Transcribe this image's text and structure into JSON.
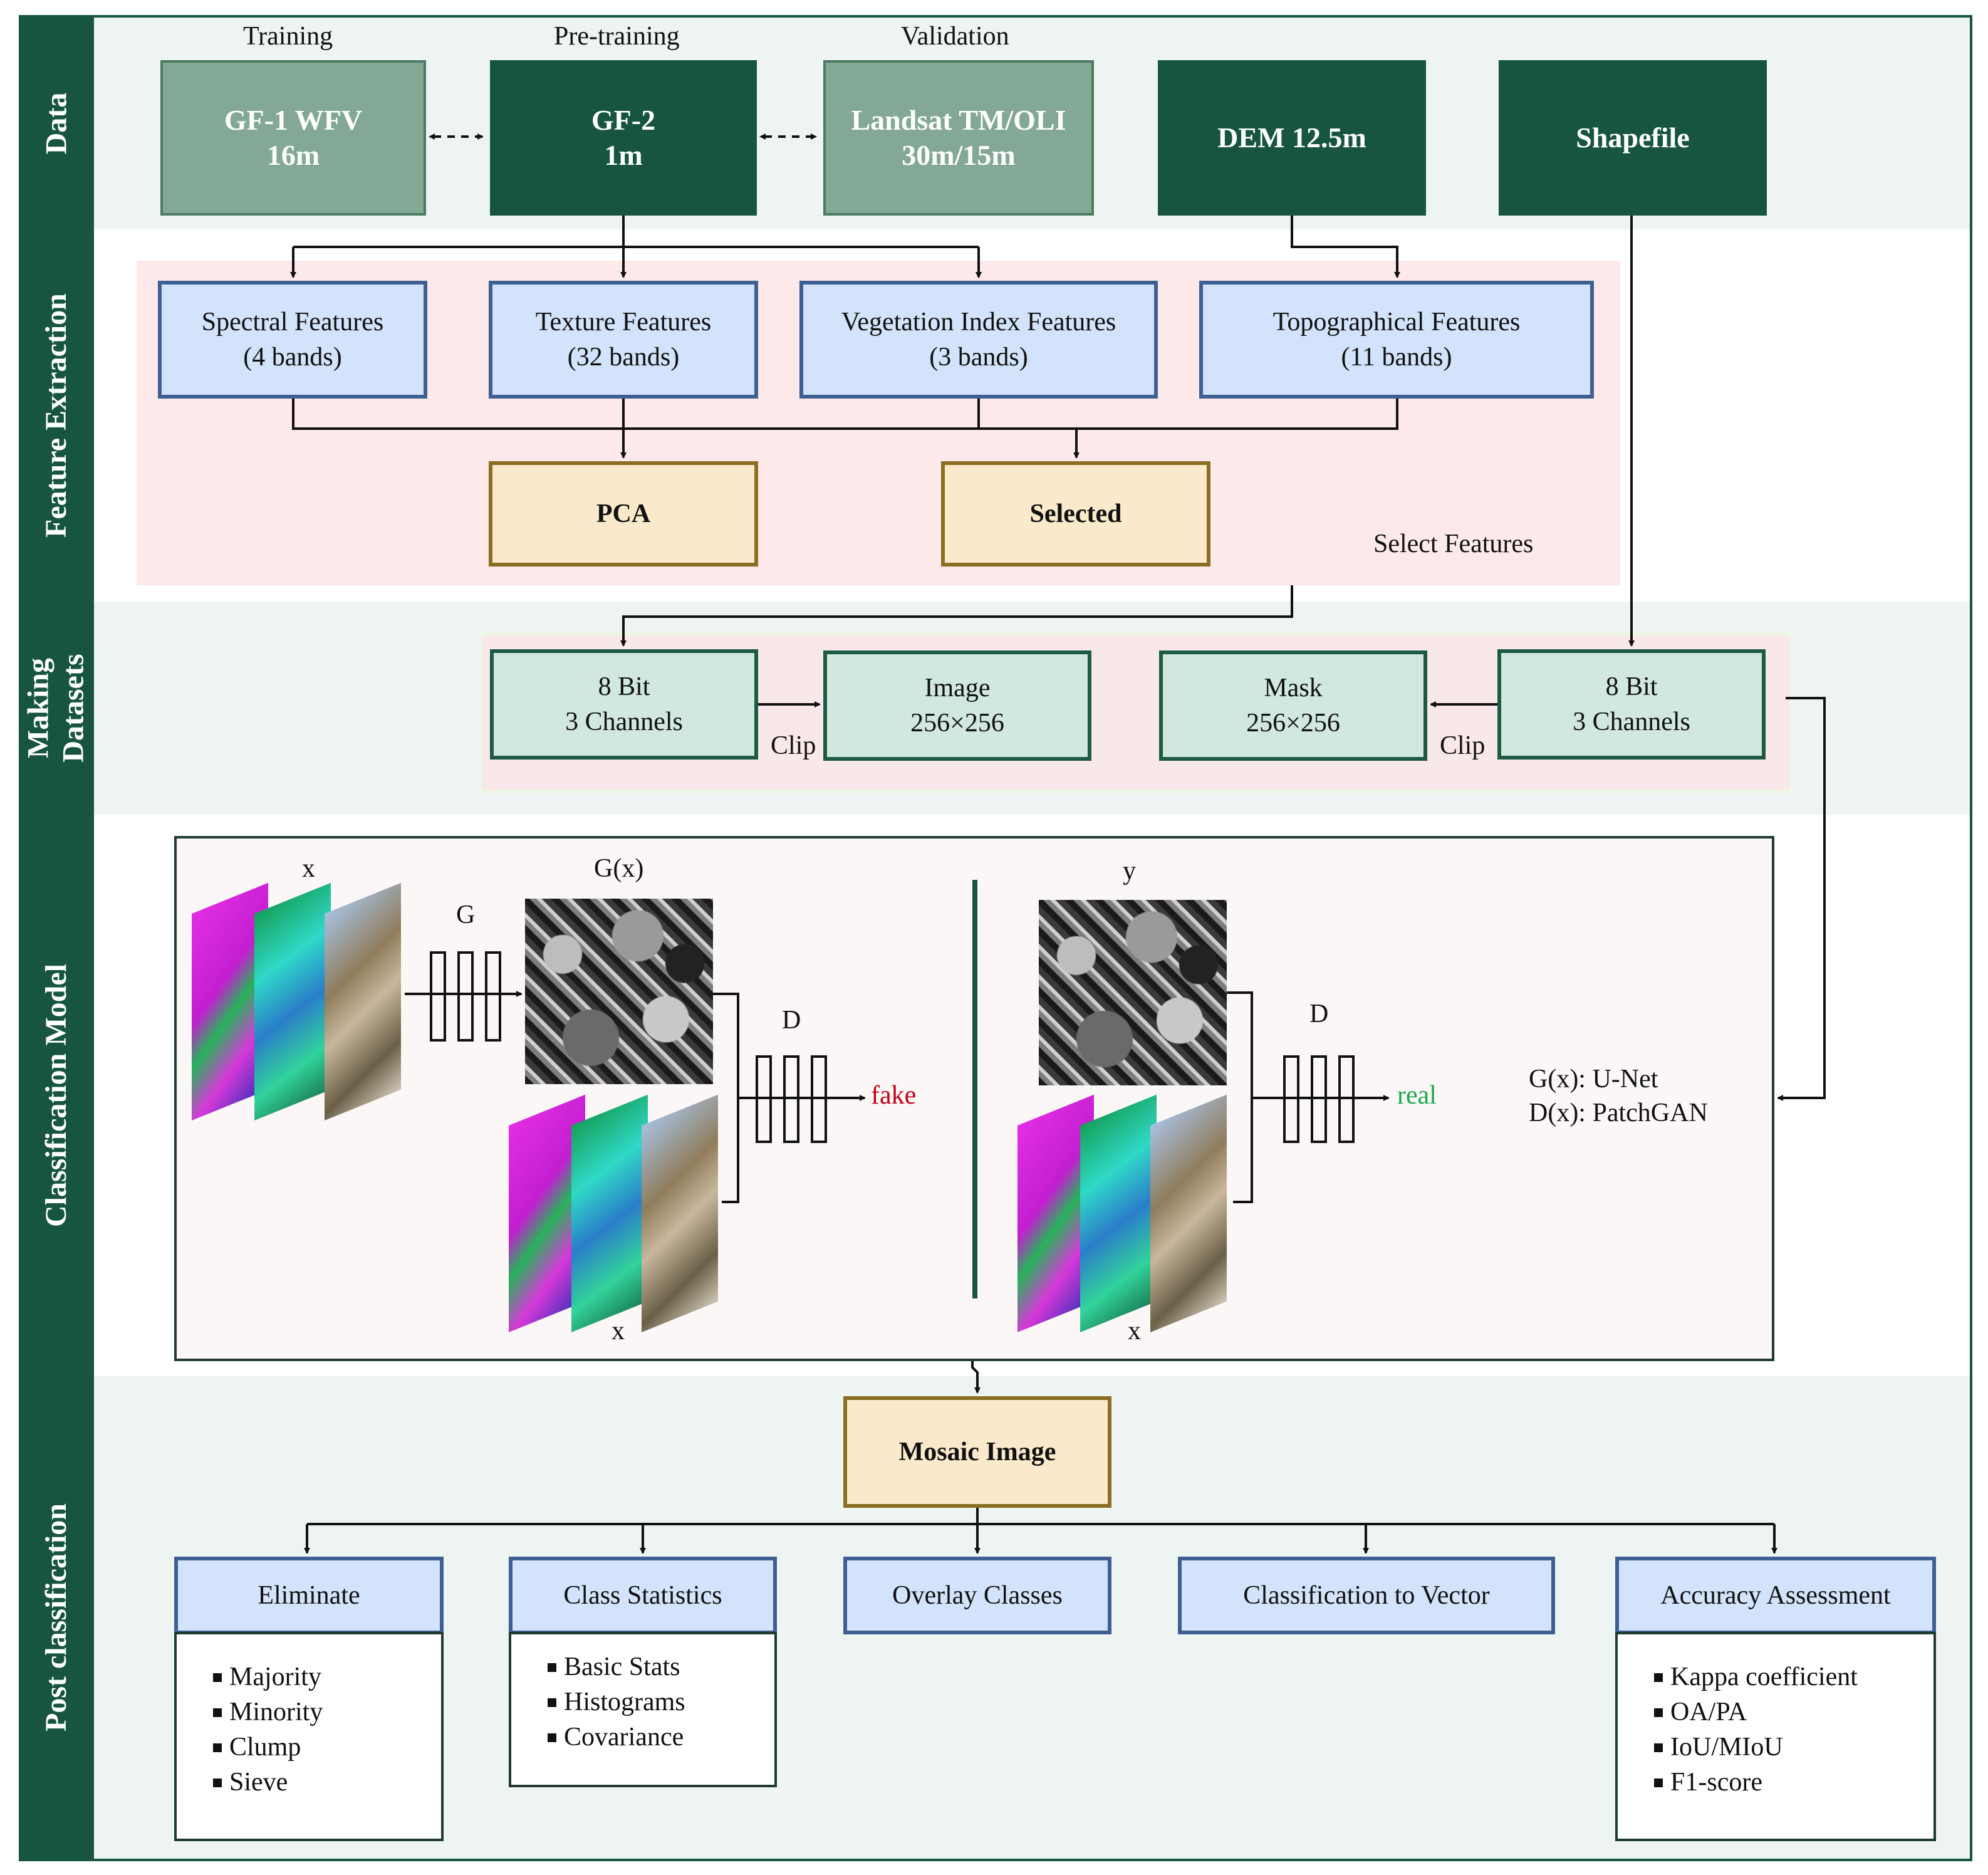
{
  "stages": {
    "data": "Data",
    "feature_extraction": "Feature Extraction",
    "making_datasets": "Making Datasets",
    "classification_model": "Classification Model",
    "post_classification": "Post classification"
  },
  "data_row": {
    "captions": {
      "training": "Training",
      "pretraining": "Pre-training",
      "validation": "Validation"
    },
    "gf1": {
      "line1": "GF-1 WFV",
      "line2": "16m"
    },
    "gf2": {
      "line1": "GF-2",
      "line2": "1m"
    },
    "landsat": {
      "line1": "Landsat TM/OLI",
      "line2": "30m/15m"
    },
    "dem": "DEM 12.5m",
    "shapefile": "Shapefile"
  },
  "features": {
    "spectral": {
      "line1": "Spectral Features",
      "line2": "(4 bands)"
    },
    "texture": {
      "line1": "Texture Features",
      "line2": "(32 bands)"
    },
    "vegetation": {
      "line1": "Vegetation Index Features",
      "line2": "(3 bands)"
    },
    "topographical": {
      "line1": "Topographical Features",
      "line2": "(11 bands)"
    },
    "pca": "PCA",
    "selected": "Selected",
    "select_features": "Select Features"
  },
  "datasets": {
    "left_8bit": {
      "line1": "8 Bit",
      "line2": "3 Channels"
    },
    "image": {
      "line1": "Image",
      "line2": "256×256"
    },
    "mask": {
      "line1": "Mask",
      "line2": "256×256"
    },
    "right_8bit": {
      "line1": "8 Bit",
      "line2": "3 Channels"
    },
    "clip": "Clip"
  },
  "model": {
    "x": "x",
    "y": "y",
    "g_label": "G",
    "gx_label": "G(x)",
    "d_label": "D",
    "fake": "fake",
    "real": "real",
    "gx_desc": "G(x): U-Net",
    "dx_desc": "D(x): PatchGAN"
  },
  "post": {
    "mosaic": "Mosaic Image",
    "eliminate": {
      "title": "Eliminate",
      "items": [
        "Majority",
        "Minority",
        "Clump",
        "Sieve"
      ]
    },
    "class_stats": {
      "title": "Class Statistics",
      "items": [
        "Basic Stats",
        "Histograms",
        "Covariance"
      ]
    },
    "overlay": "Overlay Classes",
    "to_vector": "Classification to Vector",
    "accuracy": {
      "title": "Accuracy Assessment",
      "items": [
        "Kappa coefficient",
        "OA/PA",
        "IoU/MIoU",
        "F1-score"
      ]
    }
  },
  "colors": {
    "stage_green": "#17553f",
    "feature_blue": "#d3e3fb",
    "highlight_tan": "#faeacb",
    "fake_red": "#c0001a",
    "real_green": "#1aa84a"
  }
}
